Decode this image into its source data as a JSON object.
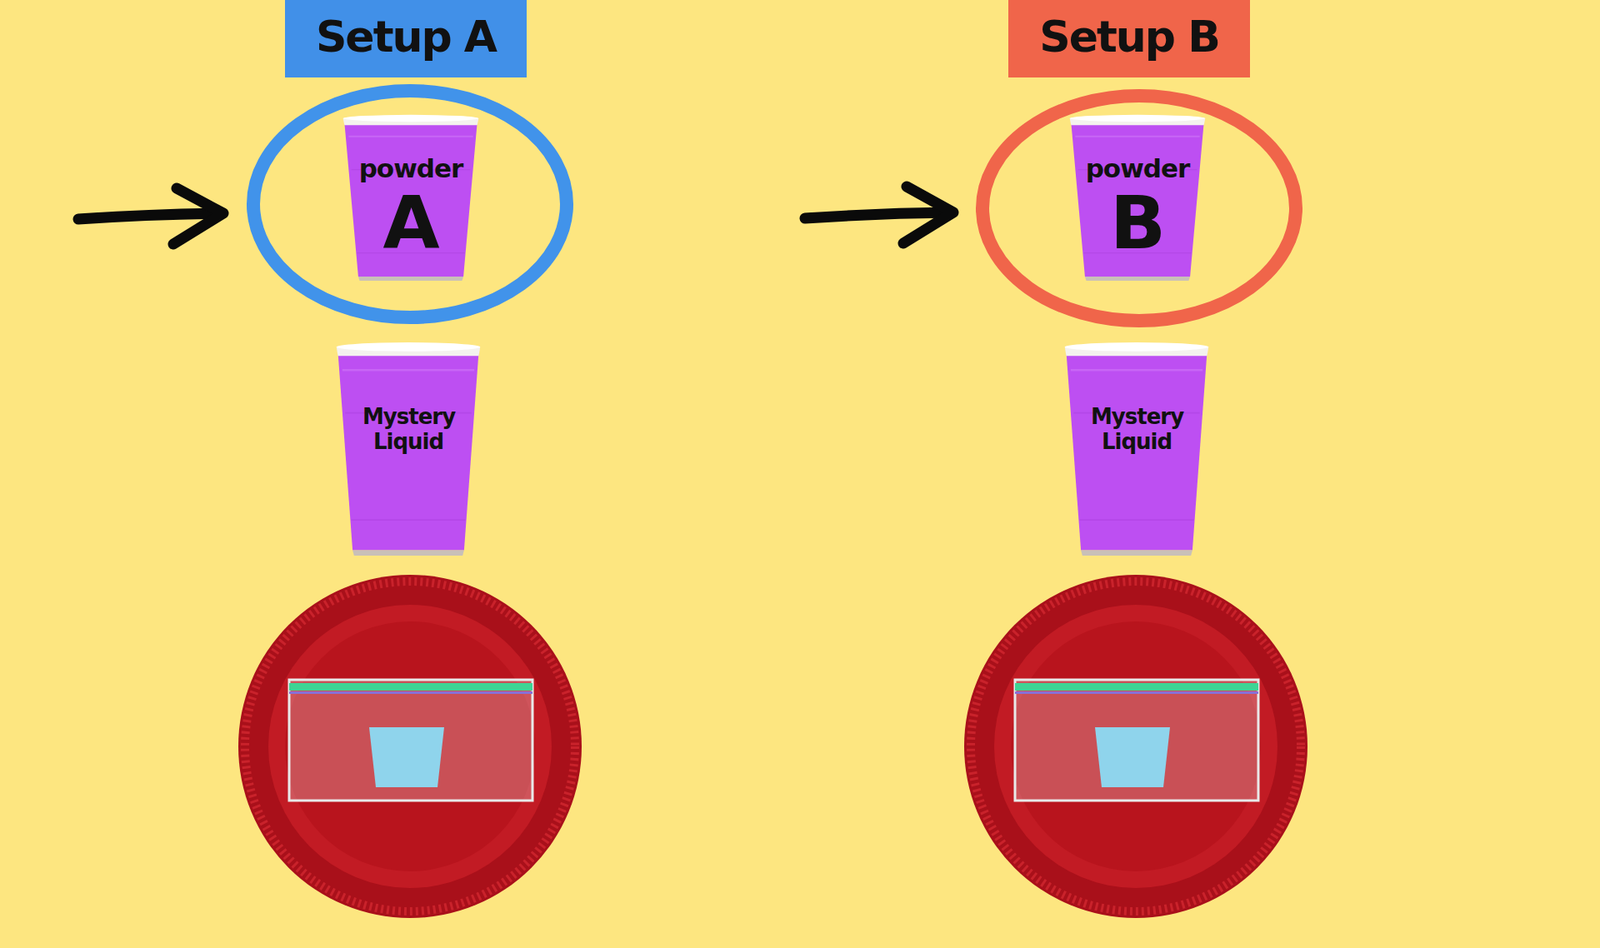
{
  "diagram": {
    "nodes": [
      {
        "text": [
          "Setup A"
        ]
      },
      {
        "text": [
          "powder",
          "A"
        ]
      },
      {
        "text": [
          "Mystery Liquid"
        ]
      },
      {
        "text": [
          "Setup B"
        ]
      },
      {
        "text": [
          "powder",
          "B"
        ]
      },
      {
        "text": [
          "Mystery Liquid"
        ]
      }
    ]
  }
}
